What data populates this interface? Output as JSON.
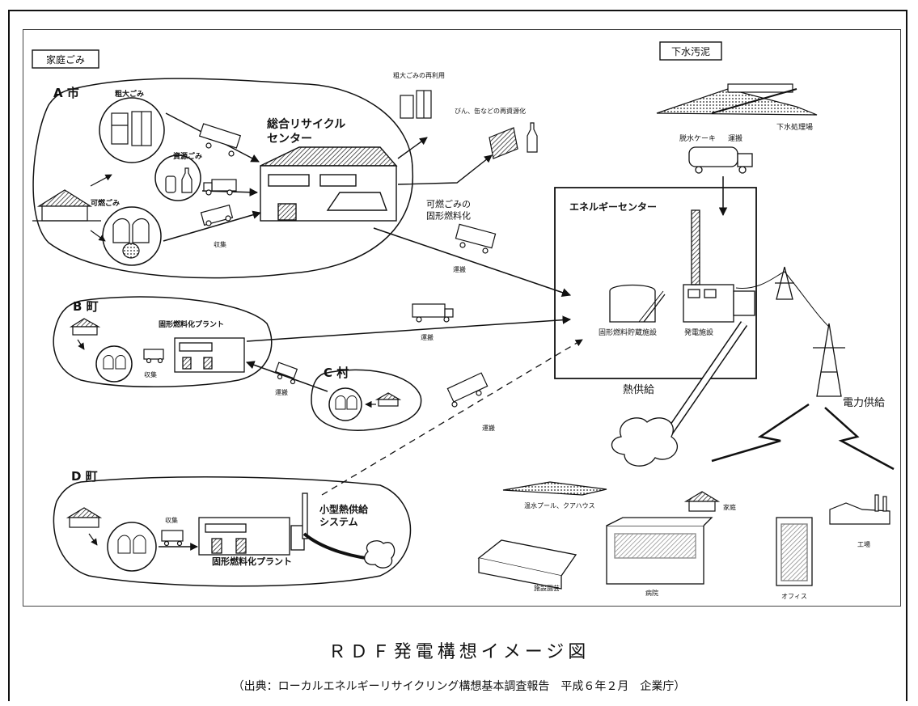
{
  "boxes": {
    "household": "家庭ごみ",
    "sewage": "下水汚泥"
  },
  "towns": {
    "a": "A 市",
    "b": "B 町",
    "c": "C 村",
    "d": "D 町"
  },
  "labels": {
    "bulky_waste": "粗大ごみ",
    "resource_waste": "資源ごみ",
    "combustible_waste": "可燃ごみ",
    "bulky_reuse": "粗大ごみの再利用",
    "bottle_can": "びん、缶などの再資源化",
    "recycle_center": "総合リサイクル\nセンター",
    "collection": "収集",
    "transport": "運搬",
    "combustible_solidify": "可燃ごみの\n固形燃料化",
    "rdf_plant_b": "固形燃料化プラント",
    "rdf_plant_d": "固形燃料化プラント",
    "small_heat": "小型熱供給\nシステム",
    "energy_center": "エネルギーセンター",
    "rdf_storage": "固形燃料貯蔵施設",
    "power_facility": "発電施設",
    "dewatered_cake": "脱水ケーキ",
    "sewage_plant": "下水処理場",
    "heat_supply": "熱供給",
    "power_supply": "電力供給",
    "pool": "温水プール、クアハウス",
    "greenhouse": "施設園芸",
    "hospital": "病院",
    "home": "家庭",
    "office": "オフィス",
    "factory": "工場"
  },
  "caption": {
    "title": "ＲＤＦ発電構想イメージ図",
    "source": "（出典：ローカルエネルギーリサイクリング構想基本調査報告　平成６年２月　企業庁）"
  }
}
